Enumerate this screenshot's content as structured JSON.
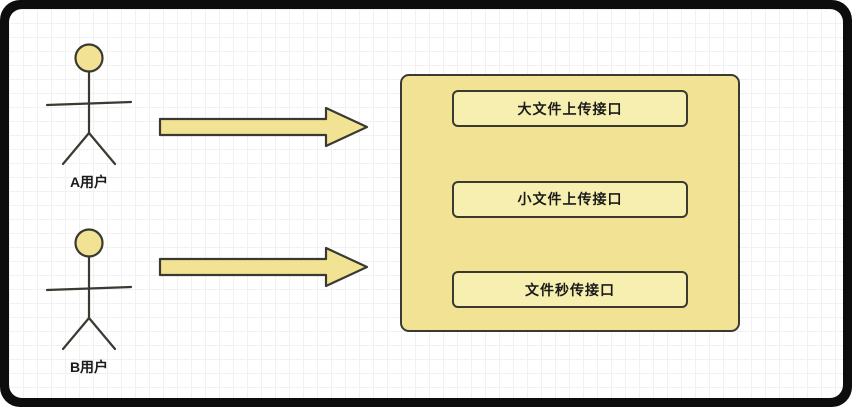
{
  "actors": [
    {
      "label": "A用户"
    },
    {
      "label": "B用户"
    }
  ],
  "interface_group": {
    "items": [
      {
        "label": "大文件上传接口"
      },
      {
        "label": "小文件上传接口"
      },
      {
        "label": "文件秒传接口"
      }
    ]
  },
  "colors": {
    "shape_fill": "#f2e394",
    "inner_box_fill": "#f7efb0",
    "stroke": "#3a3a32",
    "frame_background": "#0d0d0d",
    "canvas_background": "#ffffff",
    "grid_line": "#f1f1f1",
    "text": "#1a1a1a"
  }
}
